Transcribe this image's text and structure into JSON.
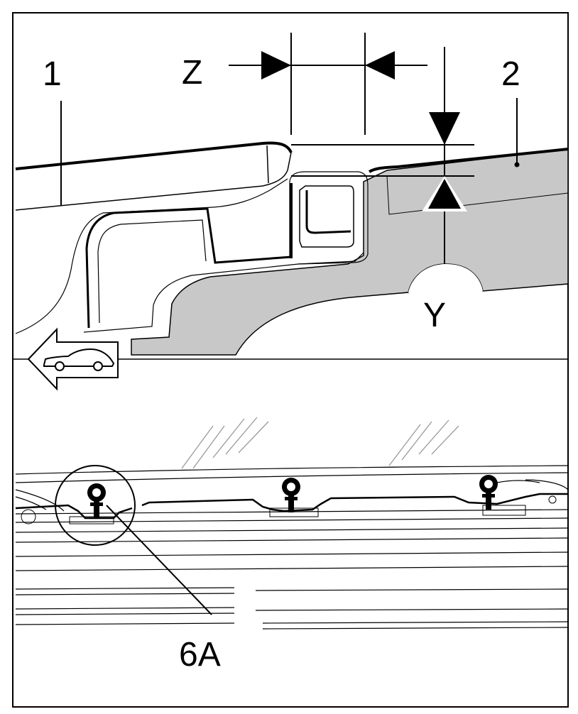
{
  "labels": {
    "part_1": "1",
    "part_2": "2",
    "dim_z": "Z",
    "dim_y": "Y",
    "fastener_6a": "6A"
  },
  "icons": {
    "direction": "car-forward-arrow-icon",
    "fastener": "screw-icon",
    "callout": "detail-circle"
  },
  "colors": {
    "line": "#000000",
    "shaded_part": "#c8c8c8",
    "background": "#ffffff",
    "glass_hatch": "#9a9a9a"
  }
}
